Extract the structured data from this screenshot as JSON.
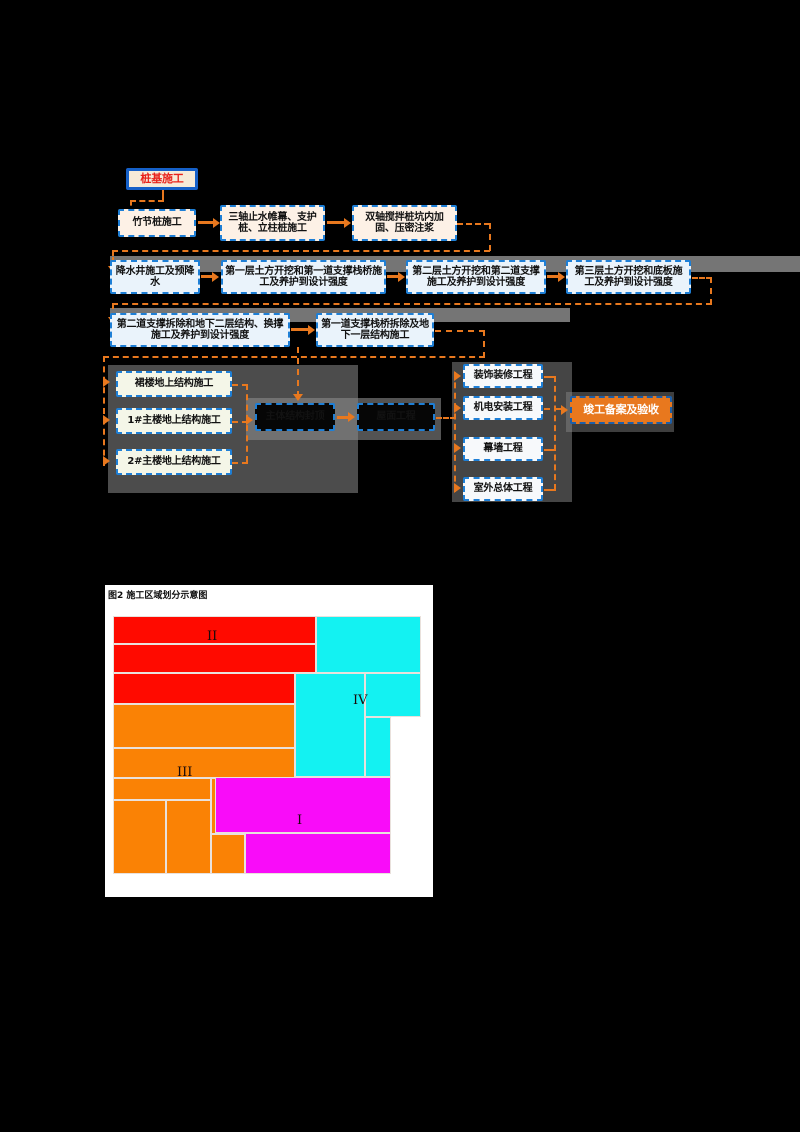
{
  "flowchart": {
    "start": {
      "label": "桩基施工"
    },
    "row1": [
      {
        "label": "竹节桩施工"
      },
      {
        "label": "三轴止水帷幕、支护桩、立柱桩施工"
      },
      {
        "label": "双轴搅拌桩坑内加固、压密注浆"
      }
    ],
    "row2": [
      {
        "label": "降水井施工及预降水"
      },
      {
        "label": "第一层土方开挖和第一道支撑栈桥施工及养护到设计强度"
      },
      {
        "label": "第二层土方开挖和第二道支撑施工及养护到设计强度"
      },
      {
        "label": "第三层土方开挖和底板施工及养护到设计强度"
      }
    ],
    "row3": [
      {
        "label": "第二道支撑拆除和地下二层结构、换撑施工及养护到设计强度"
      },
      {
        "label": "第一道支撑栈桥拆除及地下一层结构施工"
      }
    ],
    "structure_group": [
      {
        "label": "裙楼地上结构施工"
      },
      {
        "label": "1#主楼地上结构施工"
      },
      {
        "label": "2#主楼地上结构施工"
      }
    ],
    "middle": [
      {
        "label": "主体结构封顶"
      },
      {
        "label": "屋面工程"
      }
    ],
    "finishing_group": [
      {
        "label": "装饰装修工程"
      },
      {
        "label": "机电安装工程"
      },
      {
        "label": "幕墙工程"
      },
      {
        "label": "室外总体工程"
      }
    ],
    "end": {
      "label": "竣工备案及验收"
    }
  },
  "plan": {
    "title": "图2 施工区域划分示意图",
    "zones": [
      {
        "label": "II",
        "color": "#FF0A00"
      },
      {
        "label": "IV",
        "color": "#13F2F2"
      },
      {
        "label": "III",
        "color": "#FA8205"
      },
      {
        "label": "I",
        "color": "#F90CF9"
      }
    ]
  },
  "colors": {
    "accent_orange": "#E8781E",
    "node_border_blue": "#1E7FD6",
    "start_text_red": "#E8221B",
    "zone_red": "#FF0A00",
    "zone_cyan": "#13F2F2",
    "zone_orange": "#FA8205",
    "zone_magenta": "#F90CF9"
  }
}
